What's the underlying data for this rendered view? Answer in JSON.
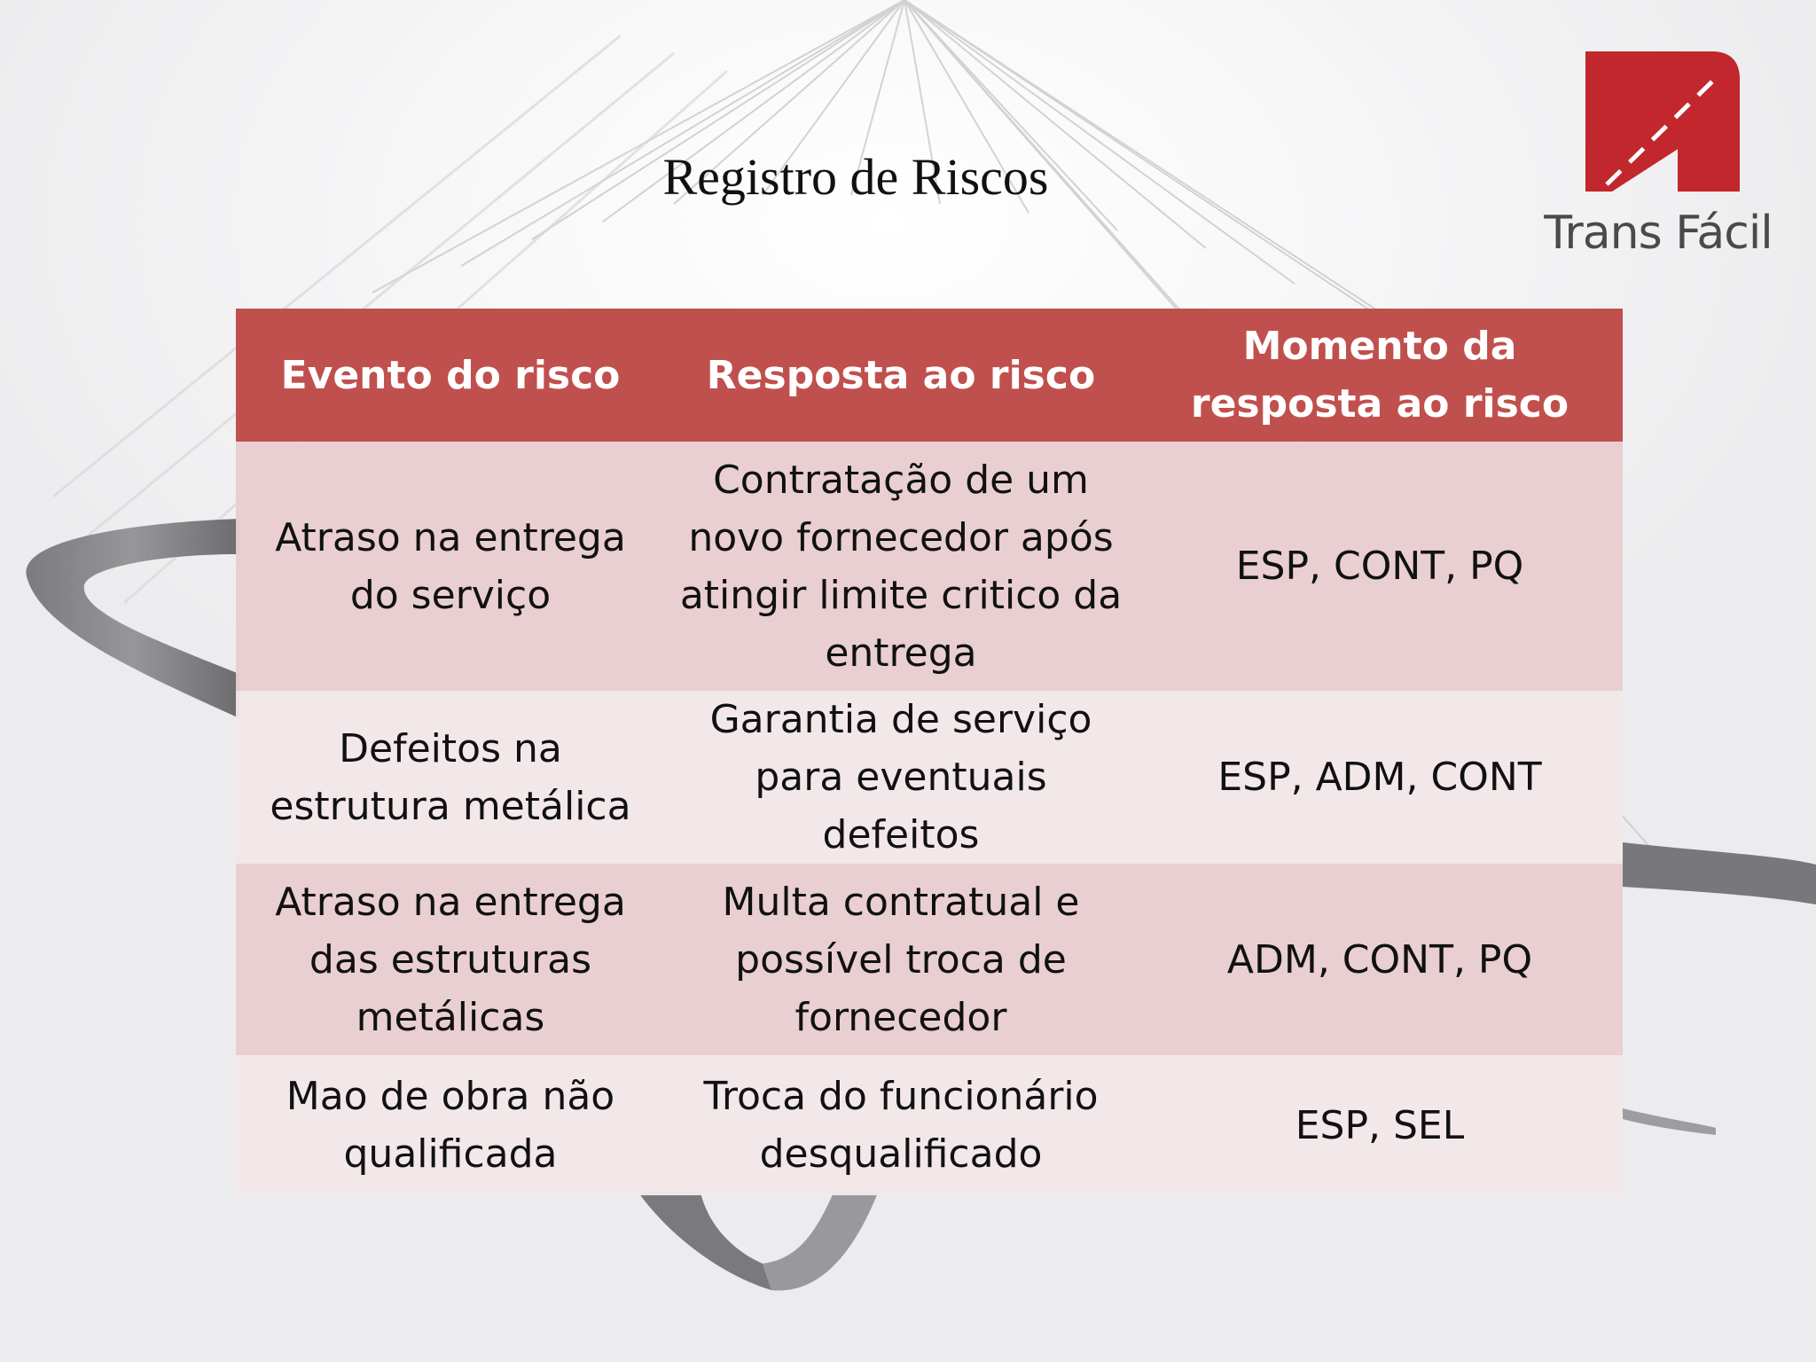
{
  "slide": {
    "title": "Registro de Riscos"
  },
  "logo": {
    "text": "Trans Fácil",
    "color": "#c1272d"
  },
  "table": {
    "headers": [
      "Evento do risco",
      "Resposta ao risco",
      "Momento da resposta ao risco"
    ],
    "rows": [
      {
        "evento": "Atraso na entrega do serviço",
        "resposta": "Contratação de um novo fornecedor após atingir limite critico da entrega",
        "momento": "ESP, CONT, PQ"
      },
      {
        "evento": "Defeitos na estrutura metálica",
        "resposta": "Garantia de serviço para eventuais defeitos",
        "momento": "ESP, ADM, CONT"
      },
      {
        "evento": "Atraso na entrega das estruturas metálicas",
        "resposta": "Multa contratual e possível troca de fornecedor",
        "momento": "ADM, CONT, PQ"
      },
      {
        "evento": "Mao de obra não qualificada",
        "resposta": "Troca do funcionário desqualificado",
        "momento": "ESP, SEL"
      }
    ],
    "header_color": "#c0504d",
    "row_odd_color": "#e8cdcf",
    "row_even_color": "#f3e7e8"
  }
}
